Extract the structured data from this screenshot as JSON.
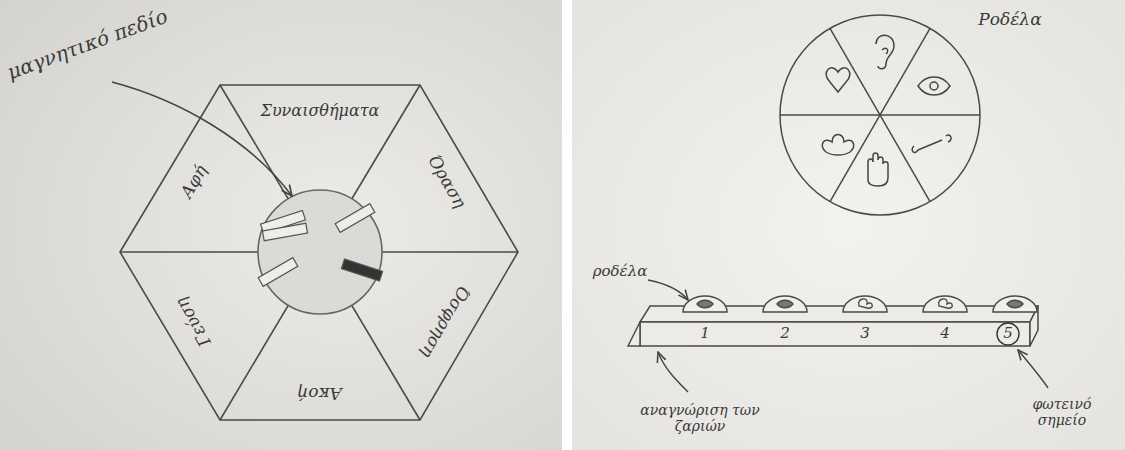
{
  "diagram": {
    "labels": [
      "μαγνητικό πεδίο",
      "Συναισθήματα",
      "Όραση",
      "Όσφρηση",
      "Ακοή",
      "Γεύση",
      "Αφή",
      "Ροδέλα",
      "ροδέλα",
      "1",
      "2",
      "3",
      "4",
      "5",
      "αναγνώριση των ζαριών",
      "φωτεινό σημείο"
    ]
  }
}
